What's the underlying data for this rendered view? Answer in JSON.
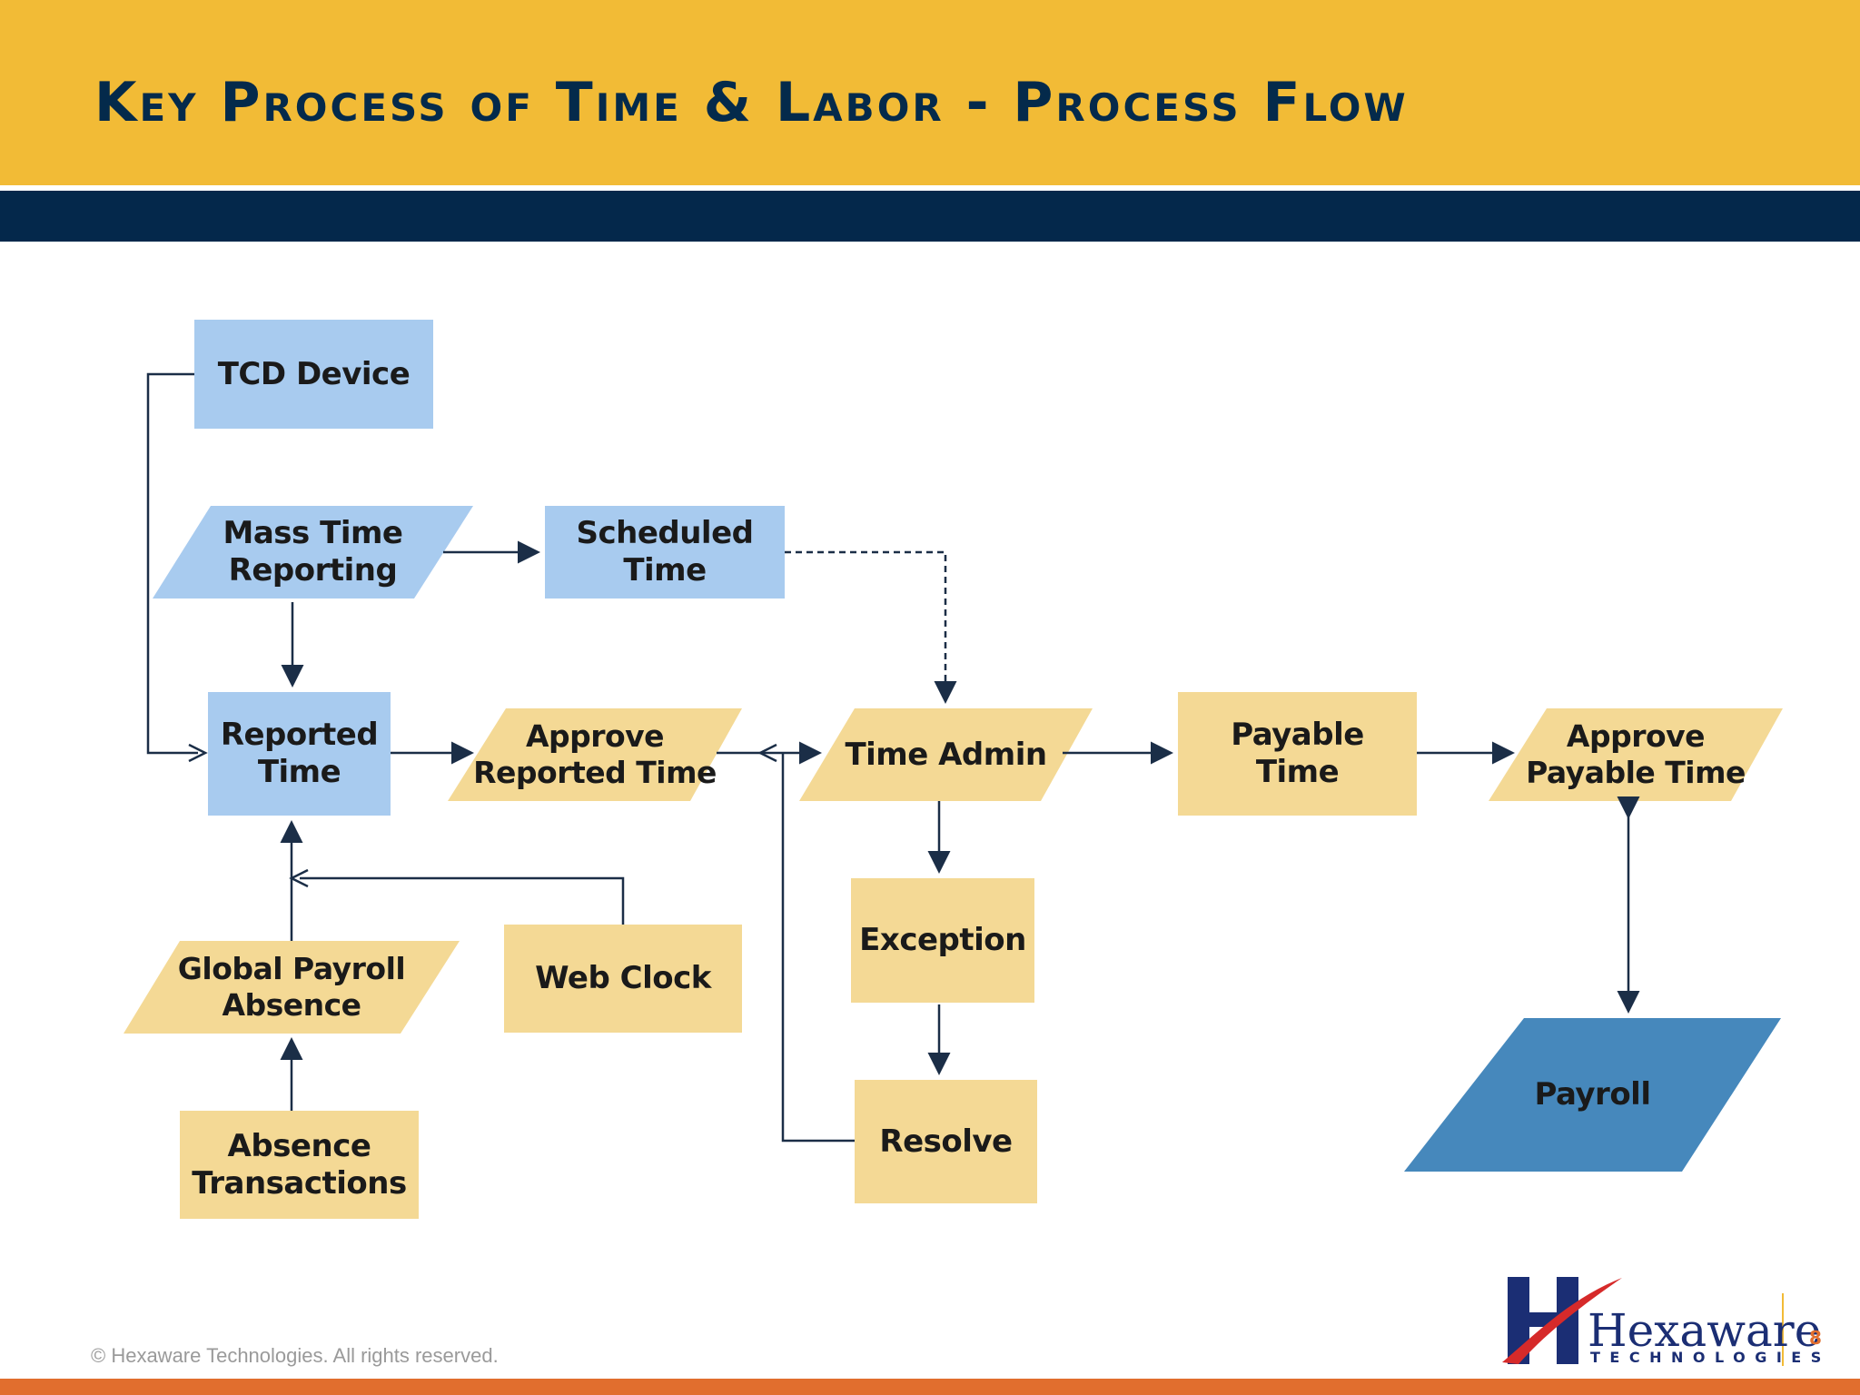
{
  "slide": {
    "title": "Key Process of Time & Labor - Process Flow",
    "page_number": "8",
    "footer": "© Hexaware Technologies. All rights reserved."
  },
  "colors": {
    "header": "#F2BB36",
    "band": "#04284B",
    "footer_bar": "#E16E2E",
    "node_blue": "#A8CBEF",
    "node_yellow": "#F4D995",
    "node_payroll": "#4688BC",
    "connector": "#1B2E47"
  },
  "logo": {
    "wordmark": "Hexaware",
    "tagline": "TECHNOLOGIES"
  },
  "nodes": {
    "tcd_device": "TCD Device",
    "mass_time_reporting": [
      "Mass Time",
      "Reporting"
    ],
    "scheduled_time": [
      "Scheduled",
      "Time"
    ],
    "reported_time": [
      "Reported",
      "Time"
    ],
    "approve_reported_time": [
      "Approve",
      "Reported Time"
    ],
    "time_admin": "Time Admin",
    "payable_time": [
      "Payable",
      "Time"
    ],
    "approve_payable_time": [
      "Approve",
      "Payable Time"
    ],
    "exception": "Exception",
    "resolve": "Resolve",
    "global_payroll_absence": [
      "Global Payroll",
      "Absence"
    ],
    "web_clock": "Web Clock",
    "absence_transactions": [
      "Absence",
      "Transactions"
    ],
    "payroll": "Payroll"
  }
}
